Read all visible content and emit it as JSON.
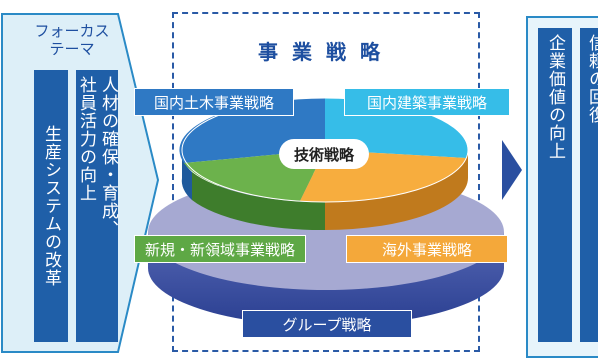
{
  "focus": {
    "title_lines": [
      "フォーカス",
      "テーマ"
    ],
    "themes": [
      {
        "text": "生産システムの改革"
      },
      {
        "text_lines": [
          "人材の確保・育成、",
          "社員活力の向上"
        ]
      }
    ]
  },
  "strategy": {
    "title": "事業戦略",
    "center": "技術戦略",
    "segments": [
      {
        "label": "国内土木事業戦略",
        "color": "#2f79c4"
      },
      {
        "label": "国内建築事業戦略",
        "color": "#36bde8"
      },
      {
        "label": "新規・新領域事業戦略",
        "color": "#5ea845"
      },
      {
        "label": "海外事業戦略",
        "color": "#f4a83a"
      }
    ],
    "base": "グループ戦略"
  },
  "results": {
    "items": [
      {
        "text": "企業価値の向上"
      },
      {
        "text": "信頼の回復"
      }
    ]
  }
}
